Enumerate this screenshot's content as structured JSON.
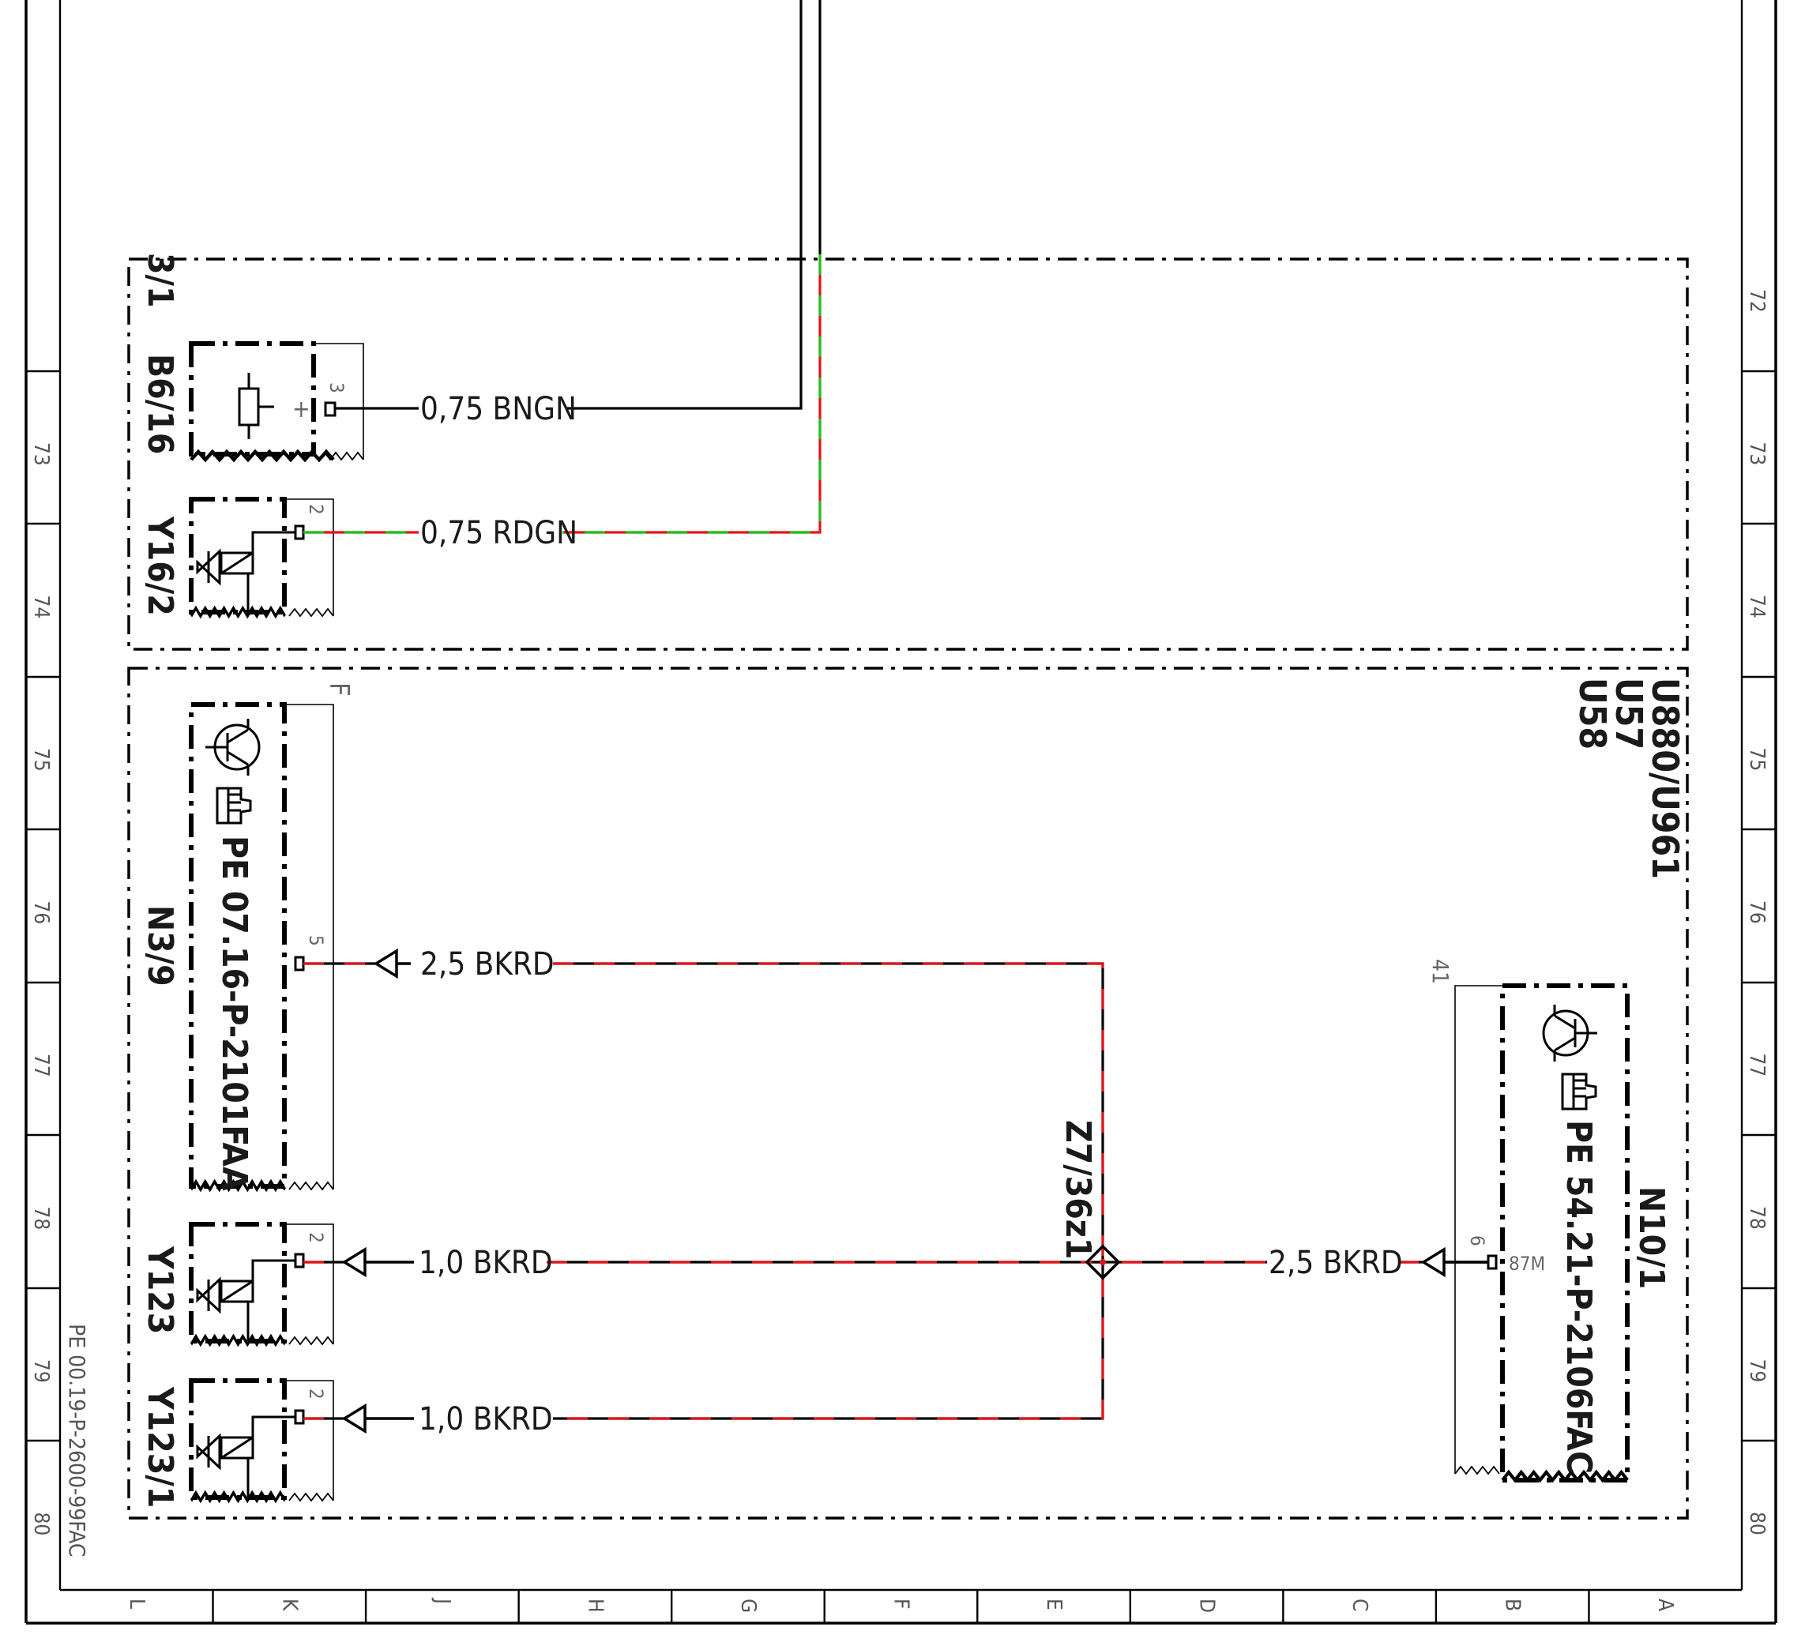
{
  "colors": {
    "black_wire": "#000000",
    "red": "#e0151b",
    "green": "#22c022",
    "frame": "#000000",
    "text": "#1a1a1a"
  },
  "row_numbers": {
    "left": [
      "73",
      "74",
      "75",
      "76",
      "77",
      "78",
      "79",
      "80"
    ],
    "right": [
      "72",
      "73",
      "74",
      "75",
      "76",
      "77",
      "78",
      "79",
      "80"
    ]
  },
  "column_letters": [
    "L",
    "K",
    "J",
    "H",
    "G",
    "F",
    "E",
    "D",
    "C",
    "B",
    "A"
  ],
  "document_code": "PE 00.19-P-2600-99FAC",
  "groups": {
    "upper_label": "3/1",
    "lower_label_lines": [
      "U880/U961",
      "U57",
      "U58"
    ],
    "lower_marker": "F"
  },
  "components": {
    "b6_16": {
      "id": "B6/16",
      "pin": "3",
      "polarity": "+"
    },
    "y16_2": {
      "id": "Y16/2",
      "pin": "2"
    },
    "n3_9": {
      "id": "N3/9",
      "pin": "5",
      "ref": "PE 07.16-P-2101FAA"
    },
    "y123": {
      "id": "Y123",
      "pin": "2"
    },
    "y123_1": {
      "id": "Y123/1",
      "pin": "2"
    },
    "n10_1": {
      "id": "N10/1",
      "pin": "6",
      "terminal": "87M",
      "ref": "PE 54.21-P-2106FAC",
      "connector": "41"
    }
  },
  "wires": {
    "bngn": "0,75 BNGN",
    "rdgn": "0,75 RDGN",
    "n3_9": "2,5 BKRD",
    "y123": "1,0 BKRD",
    "y123_1": "1,0 BKRD",
    "n10_1": "2,5 BKRD"
  },
  "junction": {
    "id": "Z7/36z1"
  }
}
